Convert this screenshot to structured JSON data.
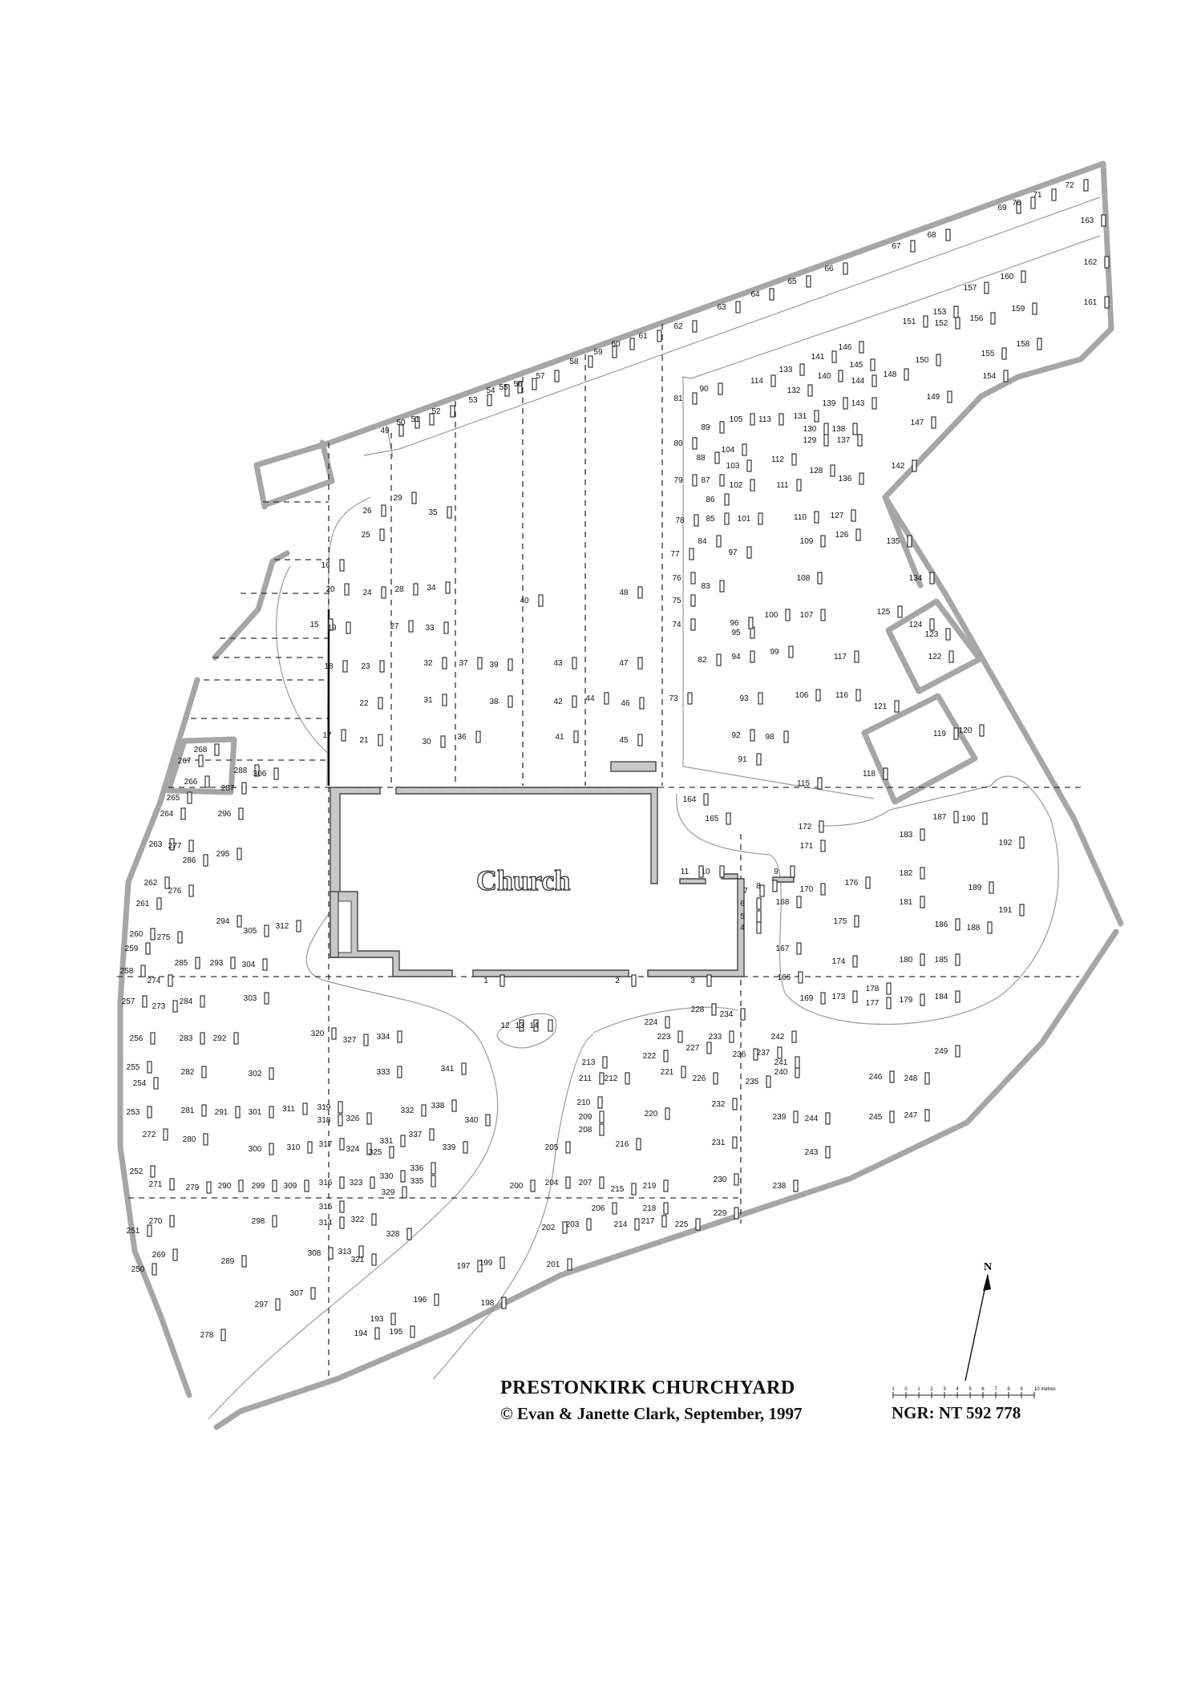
{
  "title": "PRESTONKIRK CHURCHYARD",
  "credit": "© Evan & Janette Clark, September, 1997",
  "ngr": "NGR: NT 592 778",
  "north_label": "N",
  "church_label": "Church",
  "scale": {
    "ticks": [
      "1",
      "0",
      "1",
      "2",
      "3",
      "4",
      "5",
      "6",
      "7",
      "8",
      "9",
      "10 metres"
    ]
  },
  "colors": {
    "wall": "#a6a6a6",
    "church": "#c8c8c8",
    "ink": "#222222"
  },
  "graves": [
    [
      "1",
      612,
      1226
    ],
    [
      "2",
      776,
      1226
    ],
    [
      "3",
      870,
      1226
    ],
    [
      "4",
      932,
      1160
    ],
    [
      "5",
      932,
      1146
    ],
    [
      "6",
      932,
      1130
    ],
    [
      "7",
      936,
      1114
    ],
    [
      "8",
      952,
      1108
    ],
    [
      "9",
      974,
      1090
    ],
    [
      "10",
      886,
      1090
    ],
    [
      "11",
      860,
      1090
    ],
    [
      "12",
      636,
      1282
    ],
    [
      "13",
      654,
      1282
    ],
    [
      "14",
      672,
      1282
    ],
    [
      "15",
      398,
      782
    ],
    [
      "16",
      412,
      708
    ],
    [
      "17",
      414,
      920
    ],
    [
      "18",
      416,
      834
    ],
    [
      "19",
      420,
      786
    ],
    [
      "20",
      418,
      738
    ],
    [
      "21",
      460,
      926
    ],
    [
      "22",
      460,
      880
    ],
    [
      "23",
      462,
      834
    ],
    [
      "24",
      464,
      742
    ],
    [
      "25",
      462,
      670
    ],
    [
      "26",
      464,
      640
    ],
    [
      "27",
      498,
      784
    ],
    [
      "28",
      504,
      738
    ],
    [
      "29",
      502,
      624
    ],
    [
      "30",
      538,
      928
    ],
    [
      "31",
      540,
      876
    ],
    [
      "32",
      540,
      830
    ],
    [
      "33",
      542,
      786
    ],
    [
      "34",
      544,
      736
    ],
    [
      "35",
      546,
      642
    ],
    [
      "36",
      582,
      922
    ],
    [
      "37",
      584,
      830
    ],
    [
      "38",
      622,
      878
    ],
    [
      "39",
      622,
      832
    ],
    [
      "40",
      660,
      752
    ],
    [
      "41",
      704,
      922
    ],
    [
      "42",
      702,
      878
    ],
    [
      "43",
      702,
      830
    ],
    [
      "44",
      742,
      874
    ],
    [
      "45",
      784,
      926
    ],
    [
      "46",
      786,
      880
    ],
    [
      "47",
      784,
      830
    ],
    [
      "48",
      784,
      742
    ],
    [
      "49",
      486,
      540
    ],
    [
      "50",
      506,
      530
    ],
    [
      "51",
      524,
      526
    ],
    [
      "52",
      550,
      516
    ],
    [
      "53",
      596,
      502
    ],
    [
      "54",
      618,
      490
    ],
    [
      "55",
      634,
      486
    ],
    [
      "56",
      652,
      482
    ],
    [
      "57",
      680,
      472
    ],
    [
      "58",
      722,
      454
    ],
    [
      "59",
      752,
      442
    ],
    [
      "60",
      774,
      432
    ],
    [
      "61",
      808,
      422
    ],
    [
      "62",
      852,
      410
    ],
    [
      "63",
      906,
      386
    ],
    [
      "64",
      948,
      370
    ],
    [
      "65",
      994,
      354
    ],
    [
      "66",
      1040,
      338
    ],
    [
      "67",
      1124,
      310
    ],
    [
      "68",
      1168,
      296
    ],
    [
      "69",
      1256,
      262
    ],
    [
      "70",
      1274,
      256
    ],
    [
      "71",
      1300,
      246
    ],
    [
      "72",
      1340,
      234
    ],
    [
      "73",
      846,
      874
    ],
    [
      "74",
      850,
      782
    ],
    [
      "75",
      850,
      752
    ],
    [
      "76",
      850,
      724
    ],
    [
      "77",
      848,
      694
    ],
    [
      "78",
      854,
      652
    ],
    [
      "79",
      852,
      602
    ],
    [
      "80",
      852,
      556
    ],
    [
      "81",
      852,
      500
    ],
    [
      "82",
      882,
      826
    ],
    [
      "83",
      886,
      734
    ],
    [
      "84",
      882,
      678
    ],
    [
      "85",
      892,
      650
    ],
    [
      "86",
      892,
      626
    ],
    [
      "87",
      886,
      602
    ],
    [
      "88",
      880,
      574
    ],
    [
      "89",
      886,
      536
    ],
    [
      "90",
      884,
      488
    ],
    [
      "91",
      932,
      950
    ],
    [
      "92",
      924,
      920
    ],
    [
      "93",
      934,
      874
    ],
    [
      "94",
      924,
      822
    ],
    [
      "95",
      924,
      792
    ],
    [
      "96",
      922,
      780
    ],
    [
      "97",
      920,
      692
    ],
    [
      "98",
      966,
      922
    ],
    [
      "99",
      972,
      816
    ],
    [
      "100",
      968,
      770
    ],
    [
      "101",
      934,
      650
    ],
    [
      "102",
      924,
      608
    ],
    [
      "103",
      920,
      584
    ],
    [
      "104",
      914,
      564
    ],
    [
      "105",
      924,
      526
    ],
    [
      "106",
      1006,
      870
    ],
    [
      "107",
      1012,
      770
    ],
    [
      "108",
      1008,
      724
    ],
    [
      "109",
      1012,
      678
    ],
    [
      "110",
      1004,
      648
    ],
    [
      "111",
      982,
      608
    ],
    [
      "112",
      976,
      576
    ],
    [
      "113",
      960,
      526
    ],
    [
      "114",
      950,
      478
    ],
    [
      "115",
      1008,
      980
    ],
    [
      "116",
      1056,
      870
    ],
    [
      "117",
      1054,
      822
    ],
    [
      "118",
      1090,
      968
    ],
    [
      "119",
      1178,
      918
    ],
    [
      "120",
      1210,
      914
    ],
    [
      "121",
      1104,
      884
    ],
    [
      "122",
      1172,
      822
    ],
    [
      "123",
      1168,
      794
    ],
    [
      "124",
      1148,
      782
    ],
    [
      "125",
      1108,
      766
    ],
    [
      "126",
      1056,
      670
    ],
    [
      "127",
      1050,
      646
    ],
    [
      "128",
      1024,
      590
    ],
    [
      "129",
      1016,
      552
    ],
    [
      "130",
      1016,
      538
    ],
    [
      "131",
      1004,
      522
    ],
    [
      "132",
      996,
      490
    ],
    [
      "133",
      986,
      464
    ],
    [
      "134",
      1148,
      724
    ],
    [
      "135",
      1120,
      678
    ],
    [
      "136",
      1060,
      600
    ],
    [
      "137",
      1058,
      552
    ],
    [
      "138",
      1052,
      538
    ],
    [
      "139",
      1040,
      506
    ],
    [
      "140",
      1034,
      472
    ],
    [
      "141",
      1026,
      448
    ],
    [
      "142",
      1126,
      584
    ],
    [
      "143",
      1076,
      506
    ],
    [
      "144",
      1076,
      478
    ],
    [
      "145",
      1074,
      458
    ],
    [
      "146",
      1060,
      436
    ],
    [
      "147",
      1150,
      530
    ],
    [
      "148",
      1116,
      470
    ],
    [
      "149",
      1170,
      498
    ],
    [
      "150",
      1156,
      452
    ],
    [
      "151",
      1140,
      404
    ],
    [
      "152",
      1180,
      406
    ],
    [
      "153",
      1178,
      392
    ],
    [
      "154",
      1240,
      472
    ],
    [
      "155",
      1238,
      444
    ],
    [
      "156",
      1224,
      400
    ],
    [
      "157",
      1216,
      362
    ],
    [
      "158",
      1282,
      432
    ],
    [
      "159",
      1276,
      388
    ],
    [
      "160",
      1262,
      348
    ],
    [
      "161",
      1366,
      380
    ],
    [
      "162",
      1366,
      330
    ],
    [
      "163",
      1362,
      278
    ],
    [
      "164",
      866,
      1000
    ],
    [
      "165",
      894,
      1024
    ],
    [
      "166",
      984,
      1222
    ],
    [
      "167",
      982,
      1186
    ],
    [
      "168",
      982,
      1128
    ],
    [
      "169",
      1012,
      1248
    ],
    [
      "170",
      1012,
      1112
    ],
    [
      "171",
      1012,
      1058
    ],
    [
      "172",
      1010,
      1034
    ],
    [
      "173",
      1052,
      1246
    ],
    [
      "174",
      1052,
      1202
    ],
    [
      "175",
      1054,
      1152
    ],
    [
      "176",
      1068,
      1104
    ],
    [
      "177",
      1094,
      1254
    ],
    [
      "178",
      1094,
      1236
    ],
    [
      "179",
      1136,
      1250
    ],
    [
      "180",
      1136,
      1200
    ],
    [
      "181",
      1136,
      1128
    ],
    [
      "182",
      1136,
      1092
    ],
    [
      "183",
      1136,
      1044
    ],
    [
      "184",
      1180,
      1246
    ],
    [
      "185",
      1180,
      1200
    ],
    [
      "186",
      1180,
      1156
    ],
    [
      "187",
      1178,
      1022
    ],
    [
      "188",
      1220,
      1160
    ],
    [
      "189",
      1222,
      1110
    ],
    [
      "190",
      1214,
      1024
    ],
    [
      "191",
      1260,
      1138
    ],
    [
      "192",
      1260,
      1054
    ],
    [
      "193",
      476,
      1648
    ],
    [
      "194",
      456,
      1666
    ],
    [
      "195",
      500,
      1664
    ],
    [
      "196",
      530,
      1624
    ],
    [
      "197",
      584,
      1582
    ],
    [
      "198",
      614,
      1628
    ],
    [
      "199",
      612,
      1578
    ],
    [
      "200",
      650,
      1482
    ],
    [
      "201",
      696,
      1580
    ],
    [
      "202",
      690,
      1534
    ],
    [
      "203",
      720,
      1530
    ],
    [
      "204",
      694,
      1478
    ],
    [
      "205",
      694,
      1434
    ],
    [
      "206",
      752,
      1510
    ],
    [
      "207",
      736,
      1478
    ],
    [
      "208",
      736,
      1412
    ],
    [
      "209",
      736,
      1396
    ],
    [
      "210",
      734,
      1378
    ],
    [
      "211",
      736,
      1348
    ],
    [
      "212",
      768,
      1348
    ],
    [
      "213",
      740,
      1328
    ],
    [
      "214",
      780,
      1530
    ],
    [
      "215",
      776,
      1486
    ],
    [
      "216",
      782,
      1430
    ],
    [
      "217",
      814,
      1526
    ],
    [
      "218",
      816,
      1510
    ],
    [
      "219",
      816,
      1482
    ],
    [
      "220",
      818,
      1392
    ],
    [
      "221",
      838,
      1340
    ],
    [
      "222",
      816,
      1320
    ],
    [
      "223",
      834,
      1296
    ],
    [
      "224",
      818,
      1278
    ],
    [
      "225",
      856,
      1530
    ],
    [
      "226",
      878,
      1348
    ],
    [
      "227",
      870,
      1310
    ],
    [
      "228",
      876,
      1262
    ],
    [
      "229",
      904,
      1516
    ],
    [
      "230",
      904,
      1474
    ],
    [
      "231",
      902,
      1428
    ],
    [
      "232",
      902,
      1380
    ],
    [
      "233",
      898,
      1296
    ],
    [
      "234",
      912,
      1268
    ],
    [
      "235",
      944,
      1352
    ],
    [
      "236",
      928,
      1318
    ],
    [
      "237",
      958,
      1316
    ],
    [
      "238",
      978,
      1482
    ],
    [
      "239",
      978,
      1396
    ],
    [
      "240",
      980,
      1340
    ],
    [
      "241",
      980,
      1328
    ],
    [
      "242",
      976,
      1296
    ],
    [
      "243",
      1018,
      1440
    ],
    [
      "244",
      1018,
      1398
    ],
    [
      "245",
      1098,
      1396
    ],
    [
      "246",
      1098,
      1346
    ],
    [
      "247",
      1142,
      1394
    ],
    [
      "248",
      1142,
      1348
    ],
    [
      "249",
      1180,
      1314
    ],
    [
      "250",
      178,
      1586
    ],
    [
      "251",
      172,
      1538
    ],
    [
      "252",
      176,
      1464
    ],
    [
      "253",
      172,
      1390
    ],
    [
      "254",
      180,
      1354
    ],
    [
      "255",
      172,
      1334
    ],
    [
      "256",
      176,
      1298
    ],
    [
      "257",
      166,
      1252
    ],
    [
      "258",
      164,
      1214
    ],
    [
      "259",
      170,
      1186
    ],
    [
      "260",
      176,
      1168
    ],
    [
      "261",
      184,
      1130
    ],
    [
      "262",
      194,
      1104
    ],
    [
      "263",
      200,
      1056
    ],
    [
      "264",
      214,
      1018
    ],
    [
      "265",
      222,
      998
    ],
    [
      "266",
      244,
      978
    ],
    [
      "267",
      236,
      952
    ],
    [
      "268",
      256,
      938
    ],
    [
      "269",
      204,
      1568
    ],
    [
      "270",
      200,
      1526
    ],
    [
      "271",
      200,
      1480
    ],
    [
      "272",
      192,
      1418
    ],
    [
      "273",
      204,
      1258
    ],
    [
      "274",
      198,
      1226
    ],
    [
      "275",
      210,
      1172
    ],
    [
      "276",
      224,
      1114
    ],
    [
      "277",
      224,
      1058
    ],
    [
      "278",
      264,
      1668
    ],
    [
      "279",
      246,
      1484
    ],
    [
      "280",
      242,
      1424
    ],
    [
      "281",
      240,
      1388
    ],
    [
      "282",
      240,
      1340
    ],
    [
      "283",
      238,
      1298
    ],
    [
      "284",
      238,
      1252
    ],
    [
      "285",
      232,
      1204
    ],
    [
      "286",
      242,
      1076
    ],
    [
      "287",
      290,
      986
    ],
    [
      "288",
      306,
      964
    ],
    [
      "289",
      290,
      1576
    ],
    [
      "290",
      286,
      1482
    ],
    [
      "291",
      282,
      1390
    ],
    [
      "292",
      280,
      1298
    ],
    [
      "293",
      276,
      1204
    ],
    [
      "294",
      284,
      1152
    ],
    [
      "295",
      284,
      1068
    ],
    [
      "296",
      286,
      1018
    ],
    [
      "297",
      332,
      1630
    ],
    [
      "298",
      328,
      1526
    ],
    [
      "299",
      328,
      1482
    ],
    [
      "300",
      324,
      1436
    ],
    [
      "301",
      324,
      1390
    ],
    [
      "302",
      324,
      1342
    ],
    [
      "303",
      318,
      1248
    ],
    [
      "304",
      316,
      1206
    ],
    [
      "305",
      318,
      1164
    ],
    [
      "306",
      330,
      968
    ],
    [
      "307",
      376,
      1616
    ],
    [
      "308",
      398,
      1566
    ],
    [
      "309",
      368,
      1482
    ],
    [
      "310",
      372,
      1434
    ],
    [
      "311",
      366,
      1386
    ],
    [
      "312",
      358,
      1158
    ],
    [
      "313",
      436,
      1564
    ],
    [
      "314",
      412,
      1528
    ],
    [
      "315",
      412,
      1508
    ],
    [
      "316",
      412,
      1478
    ],
    [
      "317",
      412,
      1430
    ],
    [
      "318",
      410,
      1400
    ],
    [
      "319",
      410,
      1384
    ],
    [
      "320",
      402,
      1292
    ],
    [
      "321",
      452,
      1574
    ],
    [
      "322",
      452,
      1524
    ],
    [
      "323",
      450,
      1478
    ],
    [
      "324",
      446,
      1436
    ],
    [
      "325",
      474,
      1440
    ],
    [
      "326",
      446,
      1398
    ],
    [
      "327",
      442,
      1300
    ],
    [
      "328",
      496,
      1542
    ],
    [
      "329",
      490,
      1490
    ],
    [
      "330",
      488,
      1470
    ],
    [
      "331",
      488,
      1426
    ],
    [
      "332",
      514,
      1388
    ],
    [
      "333",
      484,
      1340
    ],
    [
      "334",
      484,
      1296
    ],
    [
      "335",
      526,
      1476
    ],
    [
      "336",
      526,
      1460
    ],
    [
      "337",
      524,
      1418
    ],
    [
      "338",
      552,
      1382
    ],
    [
      "339",
      566,
      1434
    ],
    [
      "340",
      594,
      1400
    ],
    [
      "341",
      564,
      1336
    ]
  ]
}
